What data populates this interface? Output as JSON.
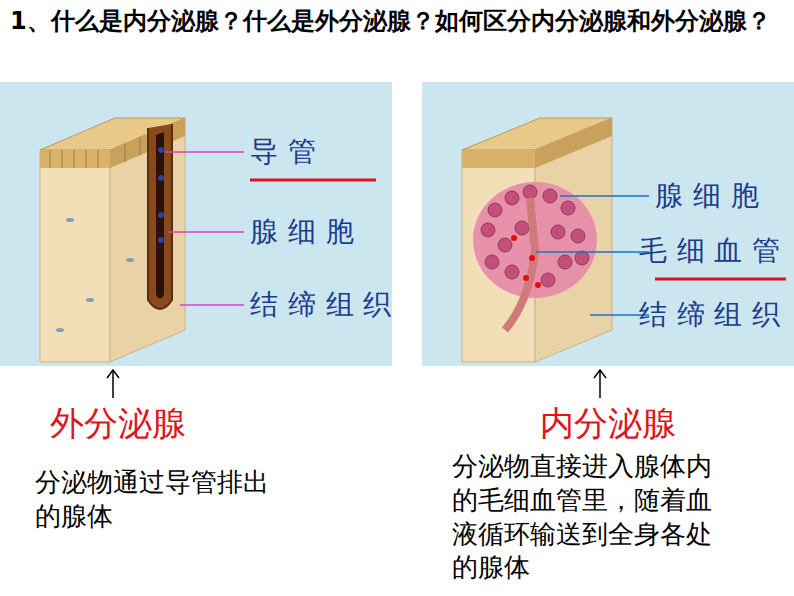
{
  "diagram": {
    "title": "1、什么是内分泌腺？什么是外分泌腺？如何区分内分泌腺和外分泌腺？",
    "labels": [
      "导管",
      "腺细胞",
      "结缔组织",
      "外分泌腺",
      "分泌物通过导管排出的腺体",
      "腺细胞",
      "毛细血管",
      "结缔组织",
      "内分泌腺",
      "分泌物直接进入腺体内的毛细血管里，随着血液循环输送到全身各处的腺体"
    ]
  }
}
